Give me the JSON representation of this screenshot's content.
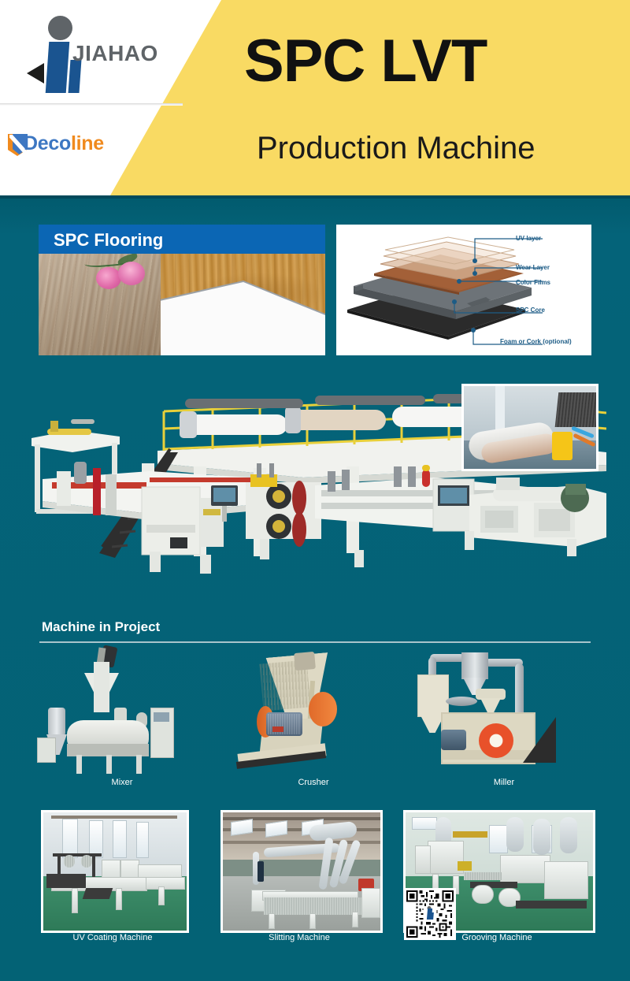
{
  "header": {
    "brand_name": "JIAHAO",
    "secondary_brand_deco": "Deco",
    "secondary_brand_line": "line",
    "title": "SPC LVT",
    "subtitle": "Production Machine",
    "accent_yellow": "#f9da63",
    "brand_blue": "#1a5490",
    "brand_orange": "#f08a1e"
  },
  "body": {
    "background_teal": "#046379"
  },
  "flooring_panel": {
    "heading": "SPC Flooring",
    "heading_bg": "#0b66b4"
  },
  "layers_panel": {
    "label_color": "#1d5c86",
    "labels": [
      {
        "text": "UV layer"
      },
      {
        "text": "Wear Layer"
      },
      {
        "text": "Color Films"
      },
      {
        "text": "SPC Core"
      },
      {
        "text": "Foam or Cork (optional)"
      }
    ]
  },
  "machine_section": {
    "title": "Machine in Project",
    "row1": [
      {
        "caption": "Mixer"
      },
      {
        "caption": "Crusher"
      },
      {
        "caption": "Miller"
      }
    ],
    "row2": [
      {
        "caption": "UV Coating Machine"
      },
      {
        "caption": "Slitting Machine"
      },
      {
        "caption": "Grooving Machine"
      }
    ]
  },
  "qr_code": {
    "name": "qr-code"
  }
}
